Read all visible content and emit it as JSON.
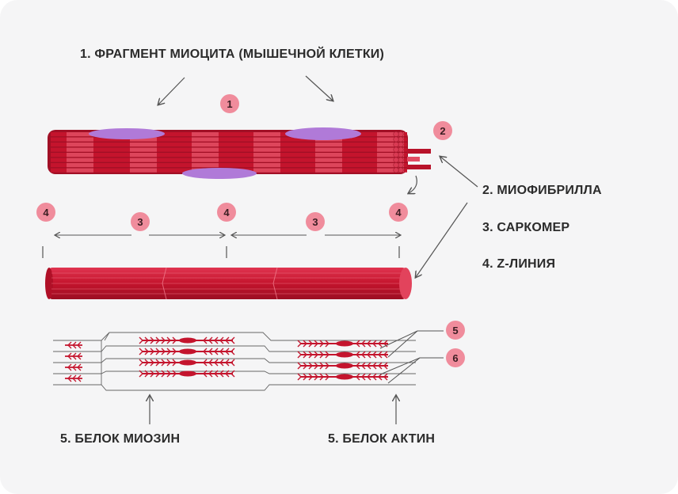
{
  "title": "1. ФРАГМЕНТ МИОЦИТА (МЫШЕЧНОЙ КЛЕТКИ)",
  "legend": {
    "myofibril": "2. МИОФИБРИЛЛА",
    "sarcomere": "3. САРКОМЕР",
    "zline": "4. Z-ЛИНИЯ"
  },
  "bottom_labels": {
    "myosin": "5. БЕЛОК МИОЗИН",
    "actin": "5. БЕЛОК АКТИН"
  },
  "badges": {
    "b1": "1",
    "b2": "2",
    "b3": "3",
    "b4": "4",
    "b5": "5",
    "b6": "6"
  },
  "colors": {
    "muscle": "#c4142d",
    "muscle_light": "#e24d64",
    "muscle_dark": "#8f0d1f",
    "nucleus": "#b07ad8",
    "badge": "#f08c9c",
    "line": "#555555"
  }
}
